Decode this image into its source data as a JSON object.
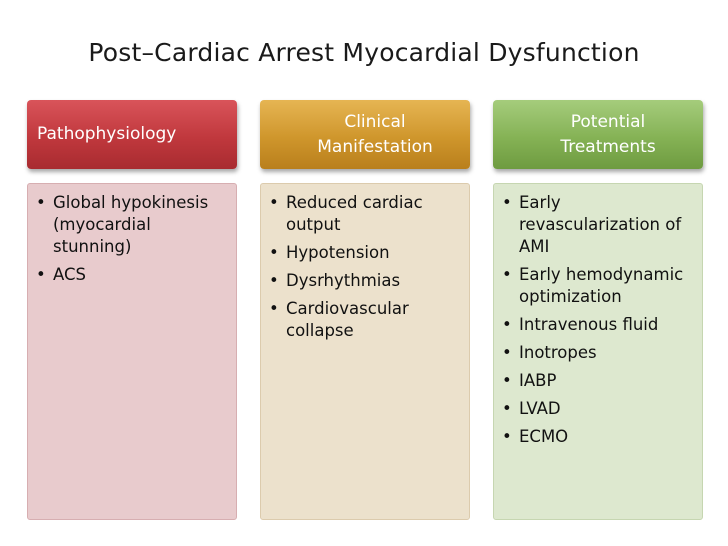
{
  "title": "Post–Cardiac Arrest Myocardial Dysfunction",
  "columns": [
    {
      "header": [
        "Pathophysiology"
      ],
      "items": [
        "Global hypokinesis (myocardial stunning)",
        "ACS"
      ],
      "header_color": "#c0383d",
      "body_color": "#e8cbcd"
    },
    {
      "header": [
        "Clinical",
        "Manifestation"
      ],
      "items": [
        "Reduced cardiac output",
        "Hypotension",
        "Dysrhythmias",
        "Cardiovascular collapse"
      ],
      "header_color": "#cf962c",
      "body_color": "#ece1cc"
    },
    {
      "header": [
        "Potential",
        "Treatments"
      ],
      "items": [
        "Early revascularization of AMI",
        "Early hemodynamic optimization",
        "Intravenous fluid",
        "Inotropes",
        "IABP",
        "LVAD",
        "ECMO"
      ],
      "header_color": "#85b255",
      "body_color": "#dde8cf"
    }
  ]
}
